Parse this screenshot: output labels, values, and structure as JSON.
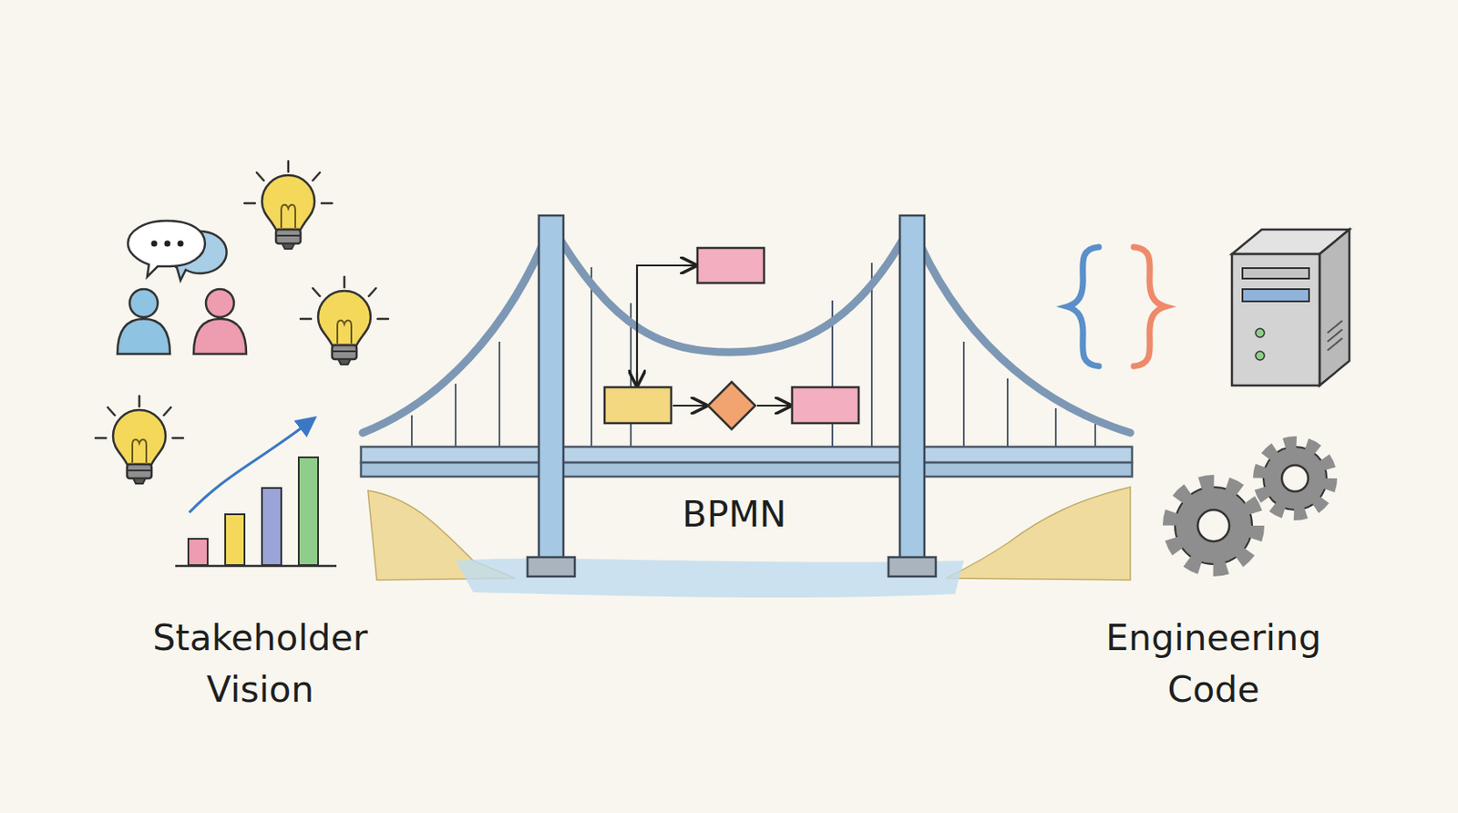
{
  "diagram": {
    "labels": [
      "Stakeholder Vision",
      "Engineering Code",
      "BPMN"
    ]
  }
}
